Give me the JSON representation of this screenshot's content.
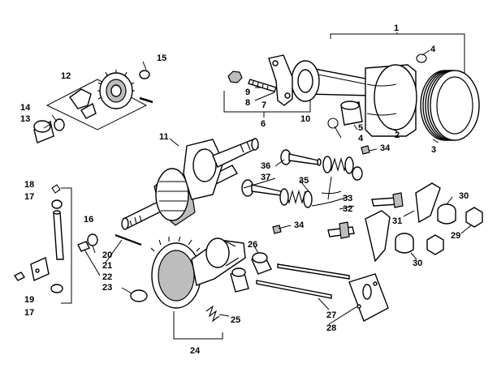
{
  "callouts": [
    {
      "id": "1",
      "label": "1"
    },
    {
      "id": "2",
      "label": "2"
    },
    {
      "id": "3",
      "label": "3"
    },
    {
      "id": "4a",
      "label": "4"
    },
    {
      "id": "4b",
      "label": "4"
    },
    {
      "id": "5",
      "label": "5"
    },
    {
      "id": "6",
      "label": "6"
    },
    {
      "id": "7",
      "label": "7"
    },
    {
      "id": "8",
      "label": "8"
    },
    {
      "id": "9",
      "label": "9"
    },
    {
      "id": "10",
      "label": "10"
    },
    {
      "id": "11",
      "label": "11"
    },
    {
      "id": "12",
      "label": "12"
    },
    {
      "id": "13",
      "label": "13"
    },
    {
      "id": "14",
      "label": "14"
    },
    {
      "id": "15",
      "label": "15"
    },
    {
      "id": "16",
      "label": "16"
    },
    {
      "id": "17a",
      "label": "17"
    },
    {
      "id": "17b",
      "label": "17"
    },
    {
      "id": "18",
      "label": "18"
    },
    {
      "id": "19",
      "label": "19"
    },
    {
      "id": "20",
      "label": "20"
    },
    {
      "id": "21",
      "label": "21"
    },
    {
      "id": "22",
      "label": "22"
    },
    {
      "id": "23",
      "label": "23"
    },
    {
      "id": "24",
      "label": "24"
    },
    {
      "id": "25",
      "label": "25"
    },
    {
      "id": "26",
      "label": "26"
    },
    {
      "id": "27",
      "label": "27"
    },
    {
      "id": "28",
      "label": "28"
    },
    {
      "id": "29",
      "label": "29"
    },
    {
      "id": "30a",
      "label": "30"
    },
    {
      "id": "30b",
      "label": "30"
    },
    {
      "id": "31",
      "label": "31"
    },
    {
      "id": "32",
      "label": "32"
    },
    {
      "id": "33",
      "label": "33"
    },
    {
      "id": "34a",
      "label": "34"
    },
    {
      "id": "34b",
      "label": "34"
    },
    {
      "id": "35",
      "label": "35"
    },
    {
      "id": "36",
      "label": "36"
    },
    {
      "id": "37",
      "label": "37"
    }
  ]
}
